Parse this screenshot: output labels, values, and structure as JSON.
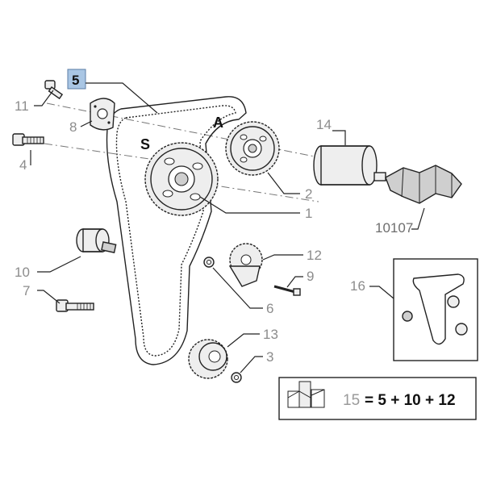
{
  "diagram": {
    "selected_label": "5",
    "callouts": {
      "c11": "11",
      "c8": "8",
      "c4": "4",
      "c10": "10",
      "c7": "7",
      "c14": "14",
      "c2": "2",
      "c1": "1",
      "c10107": "10107",
      "c12": "12",
      "c9": "9",
      "c6": "6",
      "c13": "13",
      "c3": "3",
      "c16": "16"
    },
    "letters": {
      "a": "A",
      "s": "S"
    },
    "kit_box": {
      "number": "15",
      "formula": "= 5 + 10 + 12"
    }
  },
  "colors": {
    "selected_highlight": "#a9c6e4",
    "callout_text": "#8c8c8c"
  }
}
